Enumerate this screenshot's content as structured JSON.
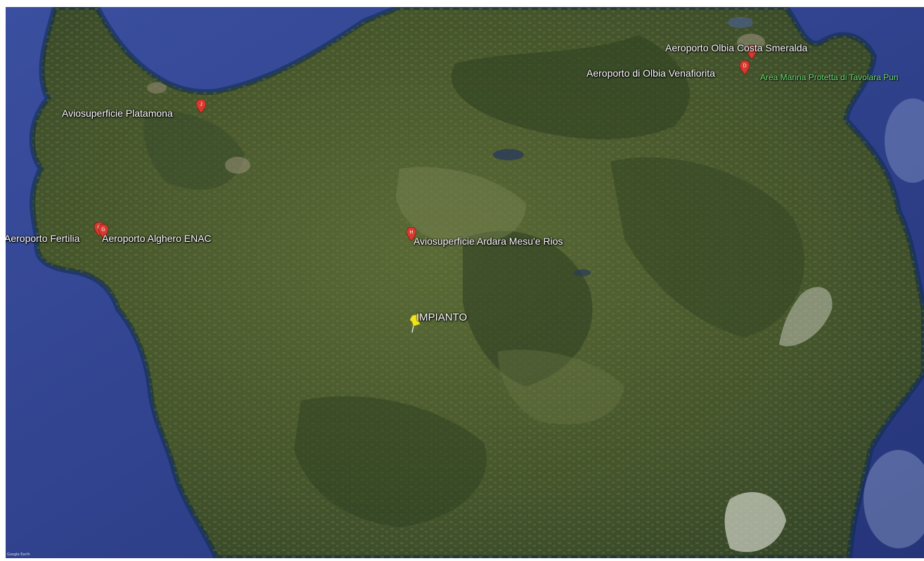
{
  "map": {
    "markers": [
      {
        "id": "J",
        "letter": "J",
        "label": "Aviosuperficie Platamona",
        "color": "#d63a2f"
      },
      {
        "id": "C",
        "letter": "C",
        "label": "Aeroporto Fertilia",
        "color": "#d63a2f"
      },
      {
        "id": "G",
        "letter": "G",
        "label": "Aeroporto Alghero ENAC",
        "color": "#d63a2f"
      },
      {
        "id": "H",
        "letter": "H",
        "label": "Aviosuperficie Ardara Mesu'e Rios",
        "color": "#d63a2f"
      },
      {
        "id": "E",
        "letter": "E",
        "label": "Aeroporto Olbia Costa Smeralda",
        "color": "#d63a2f"
      },
      {
        "id": "D",
        "letter": "D",
        "label": "Aeroporto di Olbia Venafiorita",
        "color": "#d63a2f"
      }
    ],
    "site_pin": {
      "label": "IMPIANTO",
      "color": "#f2e41c"
    },
    "protected_area": {
      "label": "Area Marina Protetta di Tavolara Pun",
      "color": "#6fe07a"
    },
    "credit": "Google Earth",
    "colors": {
      "sea": "#2e3f8e",
      "land": "#4a5a2e",
      "forest": "#2f4121",
      "coast": "#0f2b4d"
    }
  }
}
